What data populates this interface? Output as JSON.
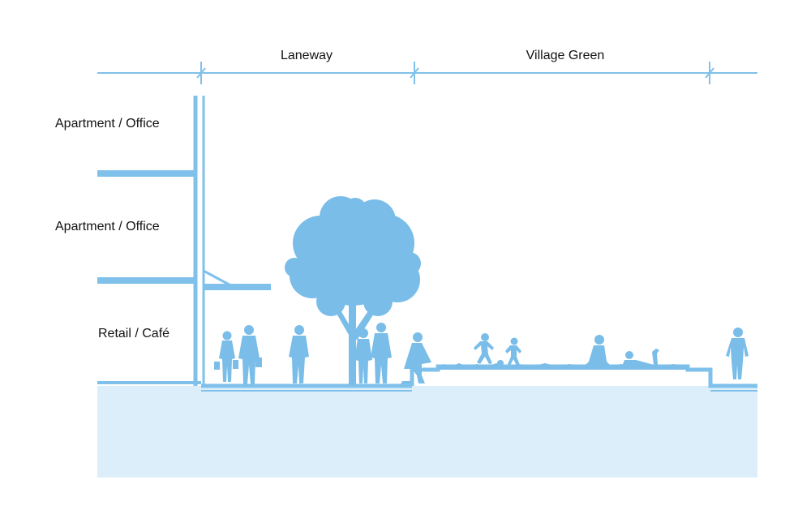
{
  "dimensions": {
    "laneway": "Laneway",
    "village_green": "Village Green"
  },
  "floors": {
    "upper": "Apartment / Office",
    "middle": "Apartment / Office",
    "ground": "Retail / Café"
  },
  "colors": {
    "line": "#7fc1ea",
    "figure": "#79bde8",
    "ground_fill": "#dceefa"
  }
}
